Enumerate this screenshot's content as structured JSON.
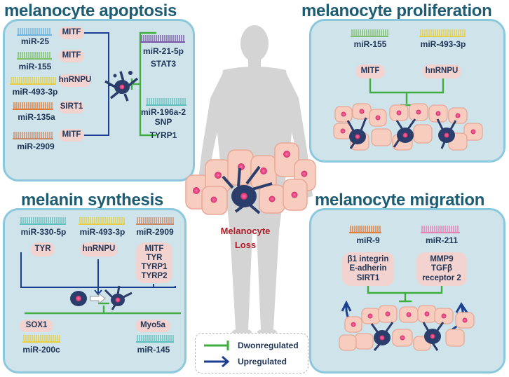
{
  "titles": {
    "apoptosis": "melanocyte apoptosis",
    "proliferation": "melanocyte proliferation",
    "synthesis": "melanin synthesis",
    "migration": "melanocyte migration"
  },
  "center": {
    "loss_line1": "Melanocyte",
    "loss_line2": "Loss"
  },
  "apoptosis": {
    "left": [
      {
        "mirna": "miR-25",
        "target": "MITF"
      },
      {
        "mirna": "miR-155",
        "target": "MITF"
      },
      {
        "mirna": "miR-493-3p",
        "target": "hnRNPU"
      },
      {
        "mirna": "miR-135a",
        "target": "SIRT1"
      },
      {
        "mirna": "miR-2909",
        "target": "MITF"
      }
    ],
    "right": [
      {
        "mirna": "miR-21-5p",
        "target": "STAT3"
      },
      {
        "mirna": "miR-196a-2\nSNP",
        "target": "TYRP1"
      }
    ]
  },
  "proliferation": {
    "items": [
      {
        "mirna": "miR-155",
        "target": "MITF"
      },
      {
        "mirna": "miR-493-3p",
        "target": "hnRNPU"
      }
    ]
  },
  "synthesis": {
    "top": [
      {
        "mirna": "miR-330-5p",
        "target": "TYR"
      },
      {
        "mirna": "miR-493-3p",
        "target": "hnRNPU"
      },
      {
        "mirna": "miR-2909",
        "target": "MITF\nTYR\nTYRP1\nTYRP2"
      }
    ],
    "bottom": [
      {
        "target": "SOX1",
        "mirna": "miR-200c"
      },
      {
        "target": "Myo5a",
        "mirna": "miR-145"
      }
    ]
  },
  "migration": {
    "items": [
      {
        "mirna": "miR-9",
        "target": "β1 integrin\nE-adherin\nSIRT1"
      },
      {
        "mirna": "miR-211",
        "target": "MMP9\nTGFβ\nreceptor 2"
      }
    ]
  },
  "legend": {
    "down": "Dwonregulated",
    "up": "Upregulated"
  },
  "colors": {
    "title": "#1d5c73",
    "panel_bg": "#cfe3ea",
    "panel_border": "#8cc8dd",
    "pill": "#f3d3d0",
    "inhibit": "#3fae3f",
    "activate": "#1b3f91",
    "melanocyte": "#2b3d6b",
    "keratinocyte": "#f6c9bb",
    "nucleus": "#e0457b"
  },
  "mirna_colors": {
    "blue": "#6fb3dc",
    "green": "#7dbf6b",
    "yellow": "#e6cf45",
    "orange": "#df7c3a",
    "brown": "#c98968",
    "purple": "#7a5aa8",
    "teal": "#62bfbf",
    "pink": "#e37fb4"
  }
}
